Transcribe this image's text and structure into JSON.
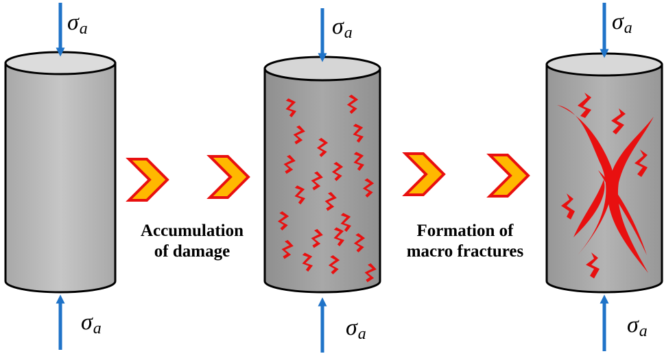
{
  "stress_symbol": "σ",
  "stress_subscript": "a",
  "stage_labels": {
    "accumulation": [
      "Accumulation",
      "of damage"
    ],
    "formation": [
      "Formation of",
      "macro fractures"
    ]
  },
  "colors": {
    "arrow": "#1f73c8",
    "crack": "#e81010",
    "chevron_fill": "#ffb800",
    "chevron_stroke": "#e81010",
    "cylinder_body": "#bdbdbd",
    "cylinder_body_dark": "#9a9a9a",
    "cylinder_top": "#dcdcdc"
  },
  "icons": {
    "stage_transition": "chevron-right-icon",
    "load": "arrow-icon",
    "microcrack": "zigzag-crack-icon"
  }
}
